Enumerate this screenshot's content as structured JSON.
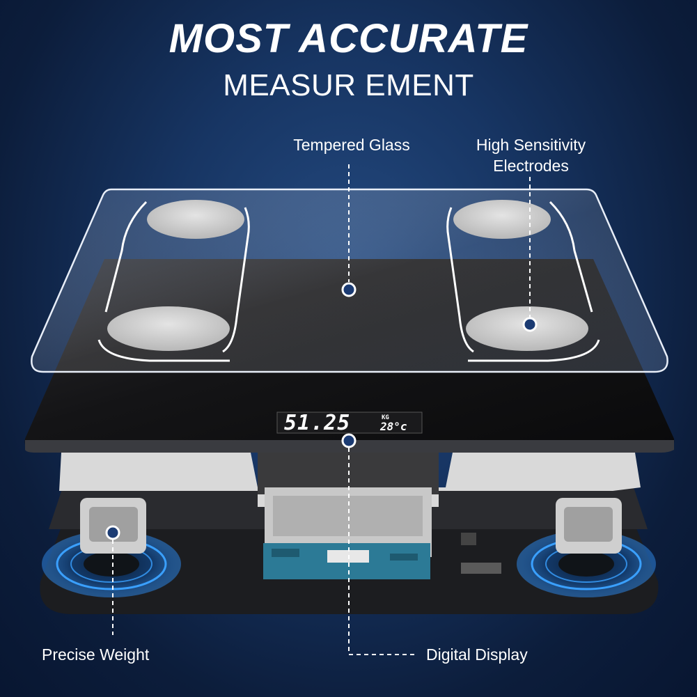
{
  "headline": {
    "title": "MOST ACCURATE",
    "subtitle": "MEASUR EMENT"
  },
  "callouts": {
    "tempered_glass": "Tempered Glass",
    "electrodes_line1": "High Sensitivity",
    "electrodes_line2": "Electrodes",
    "precise_weight": "Precise Weight",
    "digital_display": "Digital Display"
  },
  "display": {
    "weight": "51.25",
    "unit": "KG",
    "temperature": "28°c"
  },
  "colors": {
    "background": "#173563",
    "text": "#ffffff",
    "marker_fill": "#1b3b73",
    "sensor_ring": "#3aa0ff"
  }
}
